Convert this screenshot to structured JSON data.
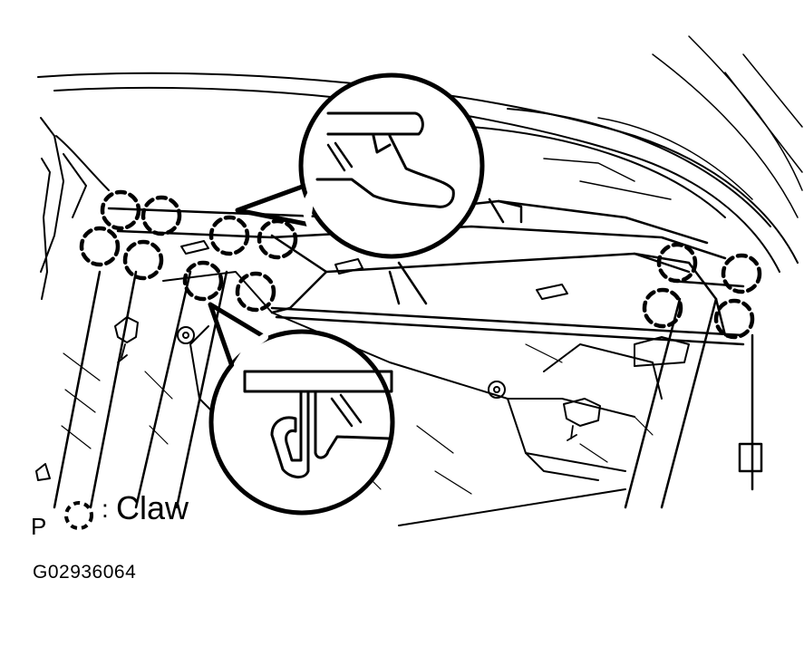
{
  "legend": {
    "letter": "P",
    "separator": ":",
    "label": "Claw",
    "symbol_icon": "dashed-circle-icon"
  },
  "figure_id": "G02936064",
  "colors": {
    "line": "#000000",
    "background": "#ffffff"
  }
}
